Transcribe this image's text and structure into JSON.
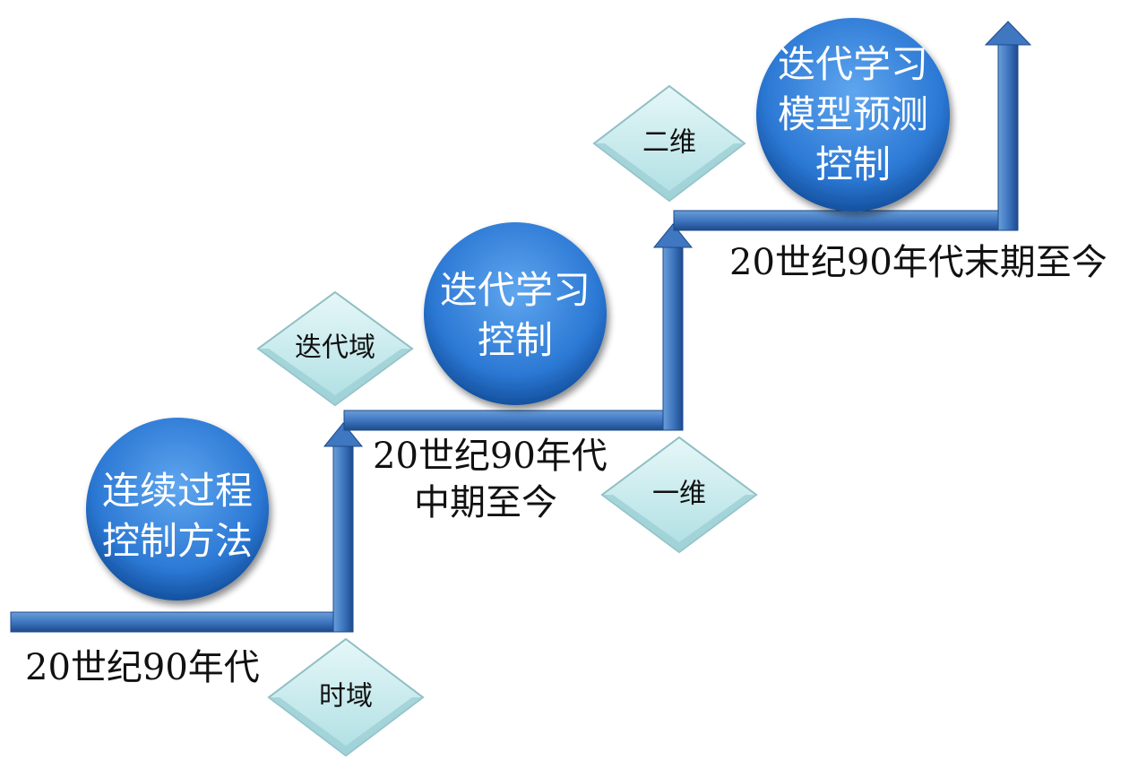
{
  "colors": {
    "path_light": "#6a9ed8",
    "path_mid": "#3f77c0",
    "path_dark": "#1d4a8c",
    "circle_light": "#5fa6ef",
    "circle_mid": "#2b78d4",
    "circle_dark": "#114a96",
    "diamond_top": "#e6f7f8",
    "diamond_bottom": "#aedfe3",
    "diamond_edge": "#8fbfc4"
  },
  "stages": [
    {
      "line1": "连续过程",
      "line2": "控制方法",
      "line3": ""
    },
    {
      "line1": "迭代学习",
      "line2": "控制",
      "line3": ""
    },
    {
      "line1": "迭代学习",
      "line2": "模型预测",
      "line3": "控制"
    }
  ],
  "dimensions": [
    {
      "label": "时域"
    },
    {
      "label": "迭代域"
    },
    {
      "label": "一维"
    },
    {
      "label": "二维"
    }
  ],
  "eras": {
    "era1": "20世纪90年代",
    "era2_line1": "20世纪90年代",
    "era2_line2": "中期至今",
    "era3": "20世纪90年代末期至今"
  }
}
